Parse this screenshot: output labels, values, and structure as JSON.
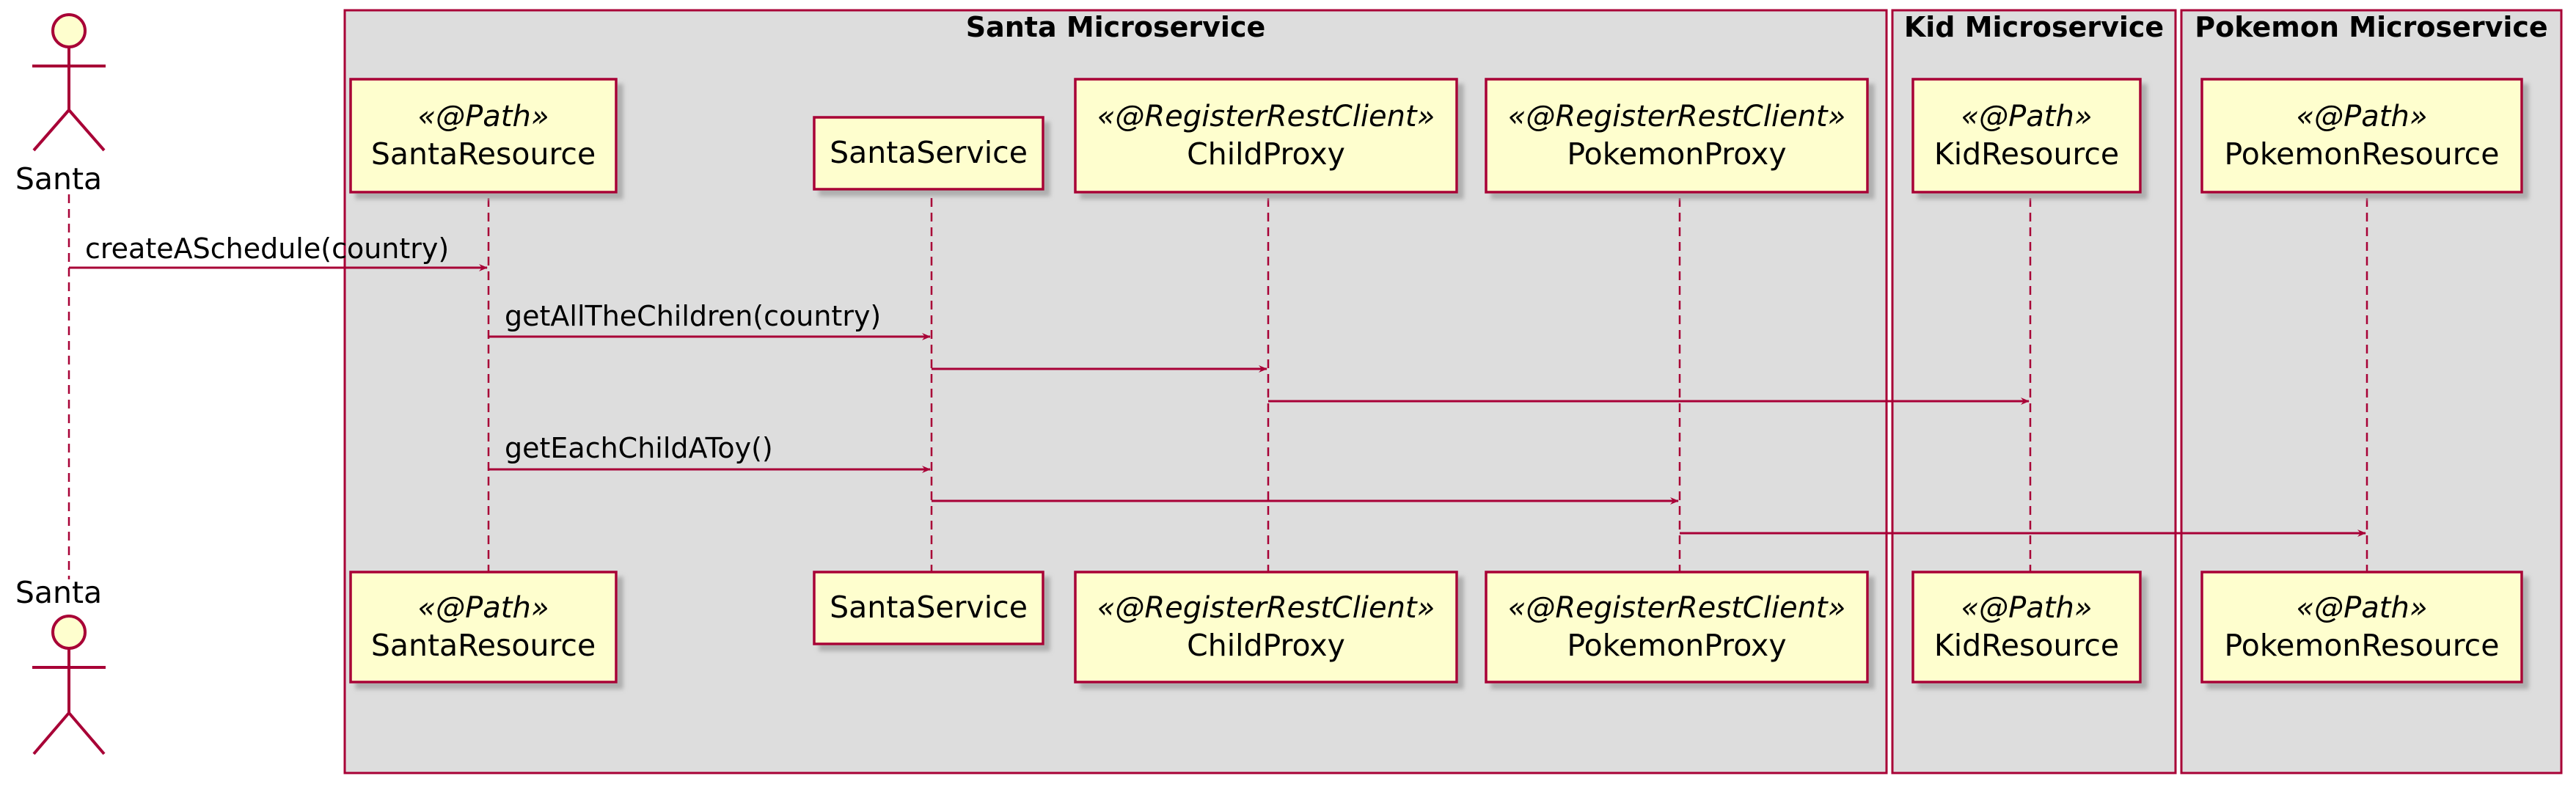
{
  "boxes": [
    {
      "id": "santa",
      "title": "Santa Microservice"
    },
    {
      "id": "kid",
      "title": "Kid Microservice"
    },
    {
      "id": "pokemon",
      "title": "Pokemon Microservice"
    }
  ],
  "actor": {
    "id": "santa",
    "name": "Santa"
  },
  "participants": [
    {
      "id": "santaResource",
      "stereotype": "«@Path»",
      "name": "SantaResource"
    },
    {
      "id": "santaService",
      "stereotype": "",
      "name": "SantaService"
    },
    {
      "id": "childProxy",
      "stereotype": "«@RegisterRestClient»",
      "name": "ChildProxy"
    },
    {
      "id": "pokemonProxy",
      "stereotype": "«@RegisterRestClient»",
      "name": "PokemonProxy"
    },
    {
      "id": "kidResource",
      "stereotype": "«@Path»",
      "name": "KidResource"
    },
    {
      "id": "pokemonResource",
      "stereotype": "«@Path»",
      "name": "PokemonResource"
    }
  ],
  "messages": [
    {
      "from": "santa",
      "to": "santaResource",
      "label": "createASchedule(country)"
    },
    {
      "from": "santaResource",
      "to": "santaService",
      "label": "getAllTheChildren(country)"
    },
    {
      "from": "santaService",
      "to": "childProxy",
      "label": ""
    },
    {
      "from": "childProxy",
      "to": "kidResource",
      "label": ""
    },
    {
      "from": "santaResource",
      "to": "santaService",
      "label": "getEachChildAToy()"
    },
    {
      "from": "santaService",
      "to": "pokemonProxy",
      "label": ""
    },
    {
      "from": "pokemonProxy",
      "to": "pokemonResource",
      "label": ""
    }
  ],
  "colors": {
    "line": "#A80036",
    "box_fill": "#DDDDDD",
    "participant_fill": "#FEFECE",
    "shadow": "#AAAAAA"
  }
}
